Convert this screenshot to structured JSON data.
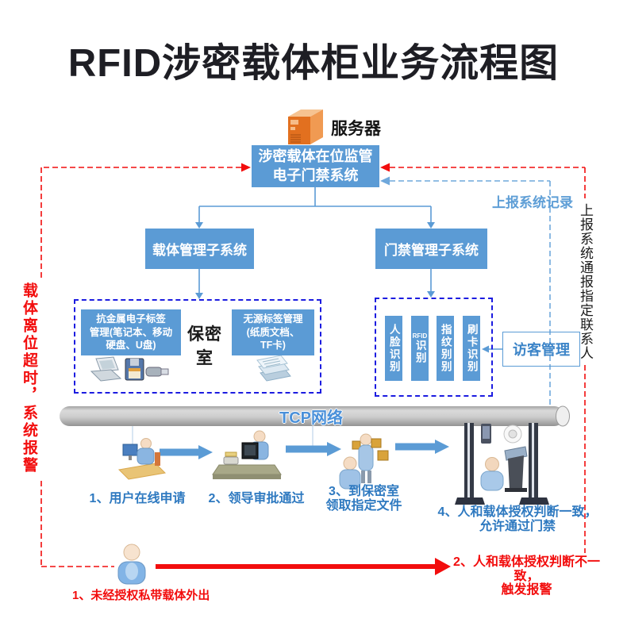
{
  "title": "RFID涉密载体柜业务流程图",
  "server": {
    "label": "服务器",
    "icon": "server-tower-icon"
  },
  "main_system": {
    "line1": "涉密载体在位监管",
    "line2": "电子门禁系统"
  },
  "subsystems": {
    "carrier": {
      "label": "载体管理子系统"
    },
    "access": {
      "label": "门禁管理子系统"
    }
  },
  "carrier_panel": {
    "metal_tag_box": {
      "line1": "抗金属电子标签",
      "line2": "管理(笔记本、移动",
      "line3": "硬盘、U盘)"
    },
    "room_label": "保密室",
    "passive_tag_box": {
      "line1": "无源标签管理",
      "line2": "(纸质文档、",
      "line3": "TF卡)"
    },
    "icons": [
      "laptop-icon",
      "floppy-disk-icon",
      "usb-drive-icon",
      "document-stack-icon"
    ]
  },
  "access_panel": {
    "methods": [
      {
        "prefix": "",
        "text": "人脸识别"
      },
      {
        "prefix": "RFID",
        "text": "识别"
      },
      {
        "prefix": "",
        "text": "指纹别别"
      },
      {
        "prefix": "",
        "text": "刷卡识别"
      }
    ]
  },
  "visitor_box": {
    "label": "访客管理"
  },
  "network": {
    "label": "TCP网络"
  },
  "annotations": {
    "report_record": "上报系统记录",
    "report_contact_vertical": "上报系统通报指定联系人",
    "left_alarm_vertical": "载体离位超时，系统报警"
  },
  "flow_steps": [
    {
      "line1": "1、用户在线申请",
      "line2": ""
    },
    {
      "line1": "2、领导审批通过",
      "line2": ""
    },
    {
      "line1": "3、到保密室",
      "line2": "领取指定文件"
    },
    {
      "line1": "4、人和载体授权判断一致，",
      "line2": "允许通过门禁"
    }
  ],
  "alarm_flow": {
    "unauthorized_label": "1、未经授权私带载体外出",
    "mismatch_line1": "2、人和载体授权判断不一致，",
    "mismatch_line2": "触发报警"
  },
  "colors": {
    "box_blue": "#5b9bd5",
    "step_text_blue": "#2e79c0",
    "dashed_panel_blue": "#1c1ce0",
    "alert_red": "#f20d0d",
    "report_dashed_blue": "#6fa8dc",
    "network_text_blue": "#4a90d9",
    "server_orange": "#e2701f"
  }
}
